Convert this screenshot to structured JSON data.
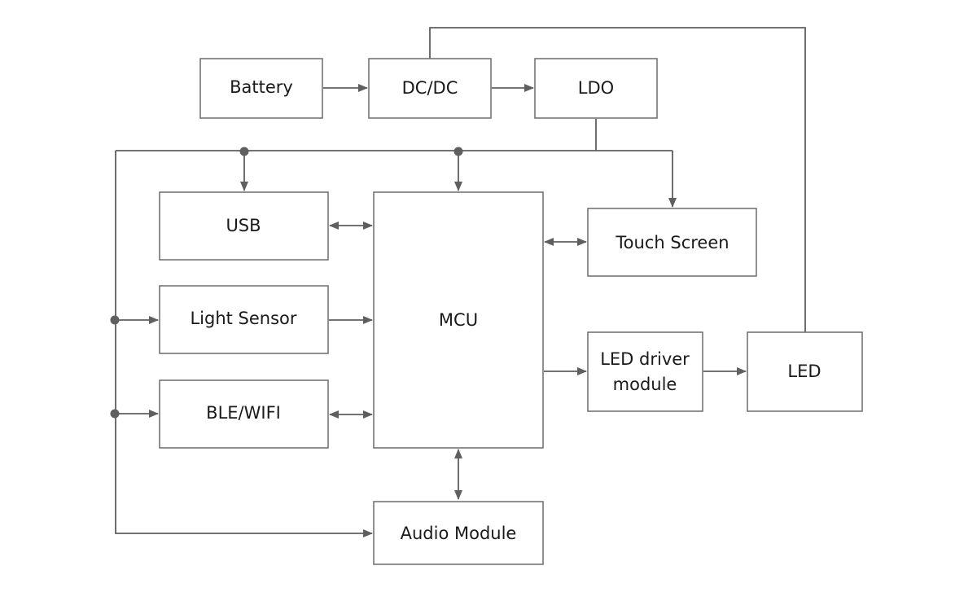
{
  "blocks": {
    "battery": "Battery",
    "dcdc": "DC/DC",
    "ldo": "LDO",
    "usb": "USB",
    "mcu": "MCU",
    "touch": "Touch Screen",
    "light": "Light Sensor",
    "ble": "BLE/WIFI",
    "led_driver_line1": "LED driver",
    "led_driver_line2": "module",
    "led": "LED",
    "audio": "Audio Module"
  },
  "colors": {
    "stroke": "#6b6b6b",
    "wire": "#5f5f5f",
    "text": "#1a1a1a",
    "background": "#ffffff"
  }
}
